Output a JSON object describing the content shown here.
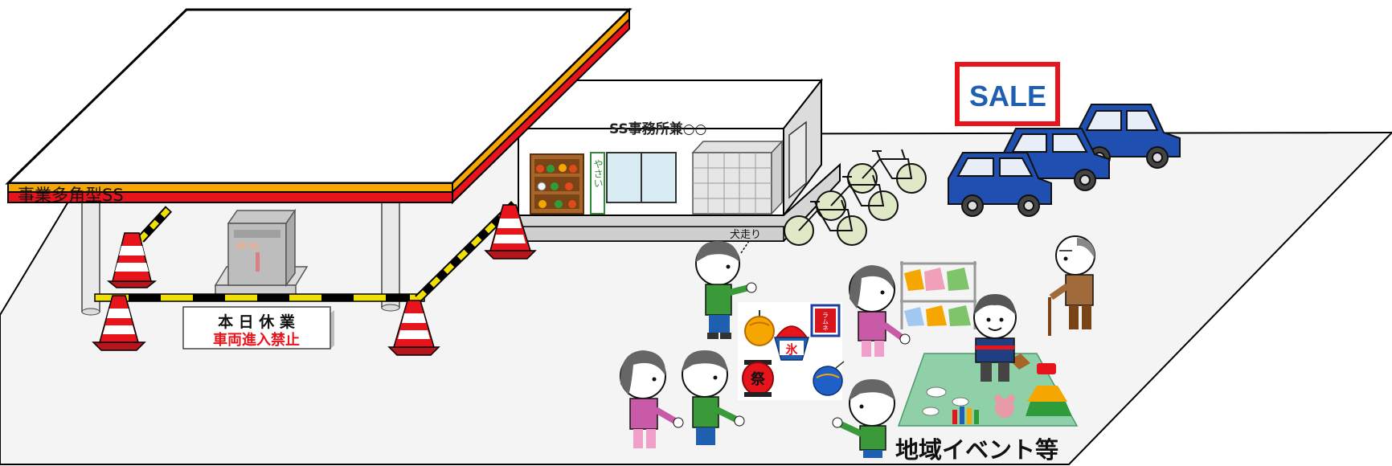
{
  "station": {
    "canopy_label": "事業多角型SS"
  },
  "closed_sign": {
    "line1": "本 日 休 業",
    "line2": "車両進入禁止"
  },
  "office": {
    "sign": "SS事務所兼○○",
    "veg_banner": "やさい",
    "dog_run_label": "犬走り"
  },
  "sale_sign": {
    "label": "SALE"
  },
  "festival": {
    "lantern_label": "祭",
    "shaved_ice_label": "氷",
    "ramune_label": "ラムネ"
  },
  "event": {
    "caption": "地域イベント等"
  },
  "colors": {
    "canopy_orange": "#f5a600",
    "canopy_red": "#e8141c",
    "sale_border": "#e8141c",
    "sale_text": "#1f5fb0",
    "car_blue": "#1f4fb0",
    "cone_red": "#e8141c",
    "barrier_yellow": "#f0e000",
    "ground": "#f4f4f4",
    "mat_green": "#8fd0a8"
  },
  "icons": [
    "gas-pump-icon",
    "traffic-cone-icon",
    "bicycle-icon",
    "car-icon",
    "person-icon",
    "vegetable-shelf-icon",
    "lantern-icon",
    "clothes-rack-icon"
  ]
}
